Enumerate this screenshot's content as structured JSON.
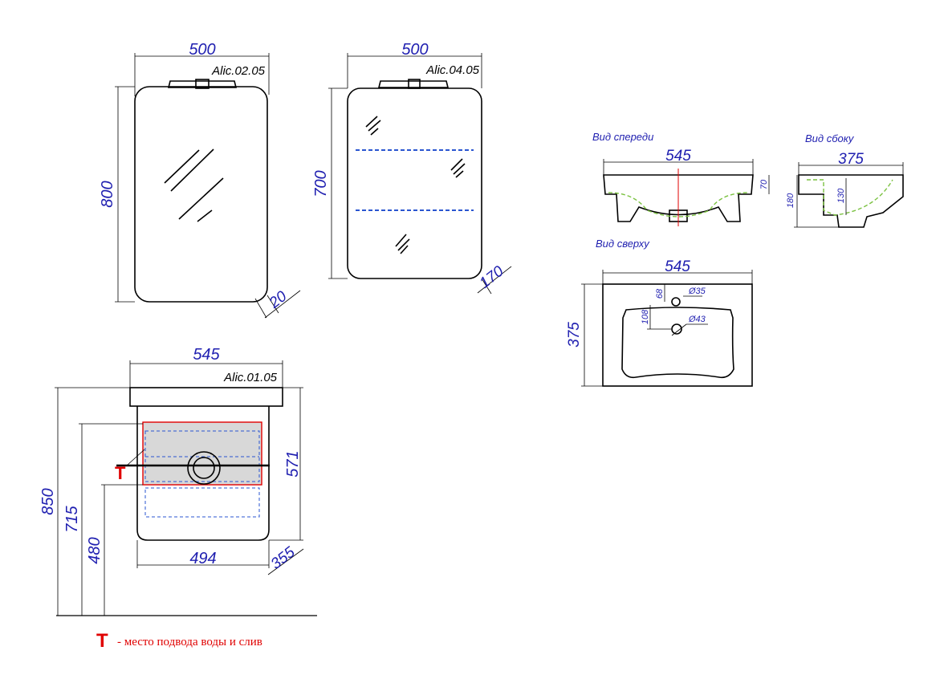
{
  "mirror": {
    "model": "Alic.02.05",
    "width": "500",
    "height": "800",
    "depth": "20"
  },
  "cabinet": {
    "model": "Alic.04.05",
    "width": "500",
    "height": "700",
    "depth": "170"
  },
  "vanity": {
    "model": "Alic.01.05",
    "top_width": "545",
    "body_width": "494",
    "depth": "355",
    "total_height": "850",
    "height_715": "715",
    "height_480": "480",
    "body_height": "571",
    "t_marker": "T"
  },
  "sink": {
    "front_view_label": "Вид спереди",
    "front_width": "545",
    "front_height": "70",
    "side_view_label": "Вид сбоку",
    "side_depth": "375",
    "side_total_height": "180",
    "side_bowl_height": "130",
    "top_view_label": "Вид сверху",
    "top_width": "545",
    "top_depth": "375",
    "dim_68": "68",
    "dim_108": "108",
    "hole_35": "Ø35",
    "hole_43": "Ø43"
  },
  "legend": {
    "marker": "T",
    "text": "- место подвода воды и слив"
  },
  "colors": {
    "dimension_text": "#1f1fb0",
    "marker_red": "#e00000",
    "hidden_blue": "#2a55d0",
    "hatch_green": "#7cc242",
    "highlight_gray": "#d8d8d8"
  }
}
